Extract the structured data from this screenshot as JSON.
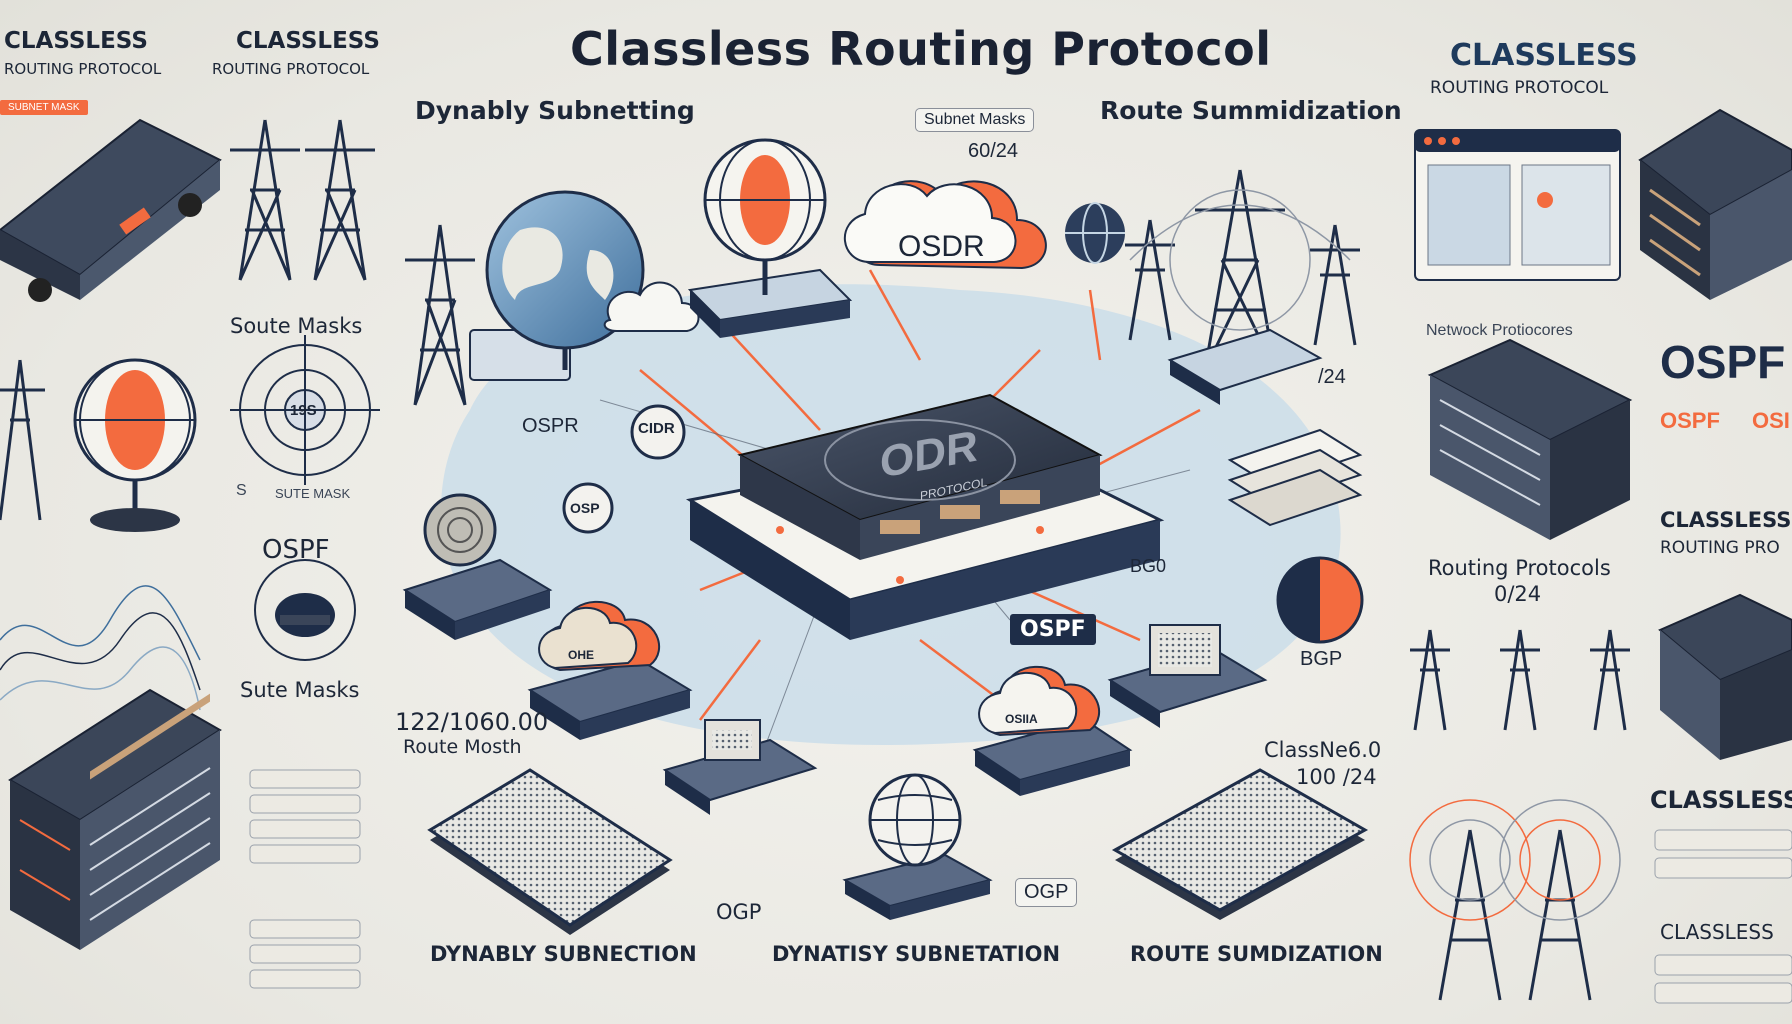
{
  "title": "Classless Routing Protocol",
  "top_left": {
    "classless": "CLASSLESS",
    "routing_protocol": "ROUTING PROTOCOL",
    "classless_2": "CLASSLESS",
    "routing_protocol_2": "ROUTING PROTOCOL",
    "orange_strip": "SUBNET MASK"
  },
  "top_right": {
    "classless": "CLASSLESS",
    "routing_protocol": "ROUTING PROTOCOL"
  },
  "sections": {
    "dynamic_subnetting": "Dynably Subnetting",
    "subnet_masks_pill": "Subnet Masks",
    "subnet_masks_value": "60/24",
    "route_summarization": "Route Summidization",
    "soute_masks": "Soute Masks",
    "sute_masks": "Sute Masks",
    "ospf_left": "OSPF",
    "s_route_mask": "S",
    "route_mask_small": "SUTE MASK",
    "ip_label": "122/1060.00",
    "route_mosth": "Route Mosth",
    "network_protocols": "Netwock Protiocores",
    "ospf_big": "OSPF",
    "ospf_small_a": "OSPF",
    "ospf_small_b": "OSI",
    "classless_r1": "CLASSLESS",
    "routing_pro_r1": "ROUTING PRO",
    "routing_protocols": "Routing Protocols",
    "routing_protocols_value": "0/24",
    "classnet": "ClassNe6.0",
    "classnet_value": "100 /24",
    "classless_r2": "CLASSLESS",
    "classless_r3": "CLASSLESS",
    "slash24": "/24",
    "bgp": "BGP",
    "bgp_small": "BG0",
    "ogp_left": "OGP",
    "ogp_right": "OGP"
  },
  "center": {
    "cloud_label": "OSDR",
    "router_label": "ODR",
    "router_sub": "PROTOCOL",
    "cidr_circle": "CIDR",
    "osp_circle": "OSP",
    "ospr": "OSPR",
    "ospf_tag": "OSPF",
    "cloud2_label": "OSIIA",
    "cloud3_label": "OHE",
    "gauge_label": "19S"
  },
  "bottom": {
    "dynably_subnection": "Dynably Subnection",
    "dynatsy_subnetation": "Dynatisy Subnetation",
    "route_sumdization": "Route Sumdization"
  },
  "colors": {
    "navy": "#1e2d48",
    "orange": "#f36b3f",
    "sky": "#b8d4e6",
    "ink": "#1c2637"
  }
}
